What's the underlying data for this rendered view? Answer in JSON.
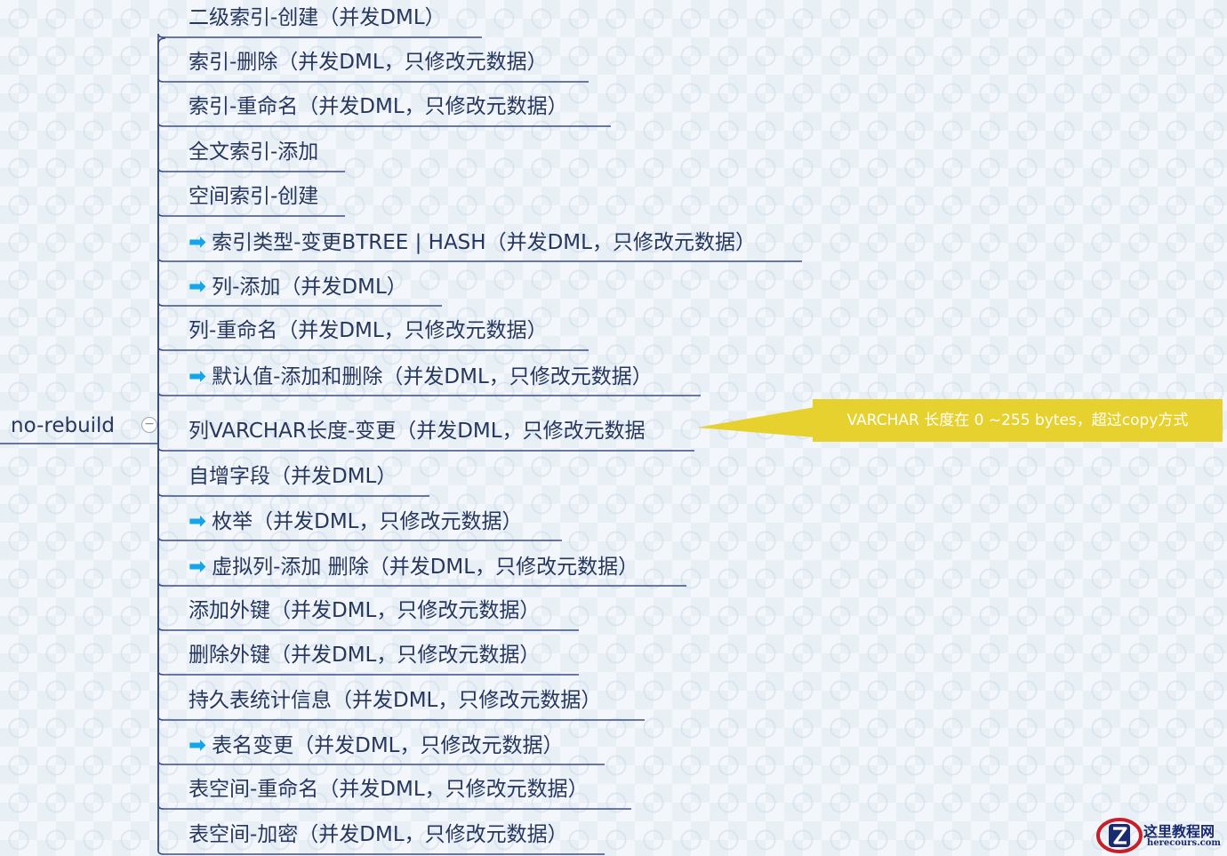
{
  "root": {
    "label": "no-rebuild",
    "collapse_symbol": "−"
  },
  "branches": [
    {
      "text": "二级索引-创建（并发DML）",
      "arrow": false
    },
    {
      "text": "索引-删除（并发DML，只修改元数据）",
      "arrow": false
    },
    {
      "text": "索引-重命名（并发DML，只修改元数据）",
      "arrow": false
    },
    {
      "text": "全文索引-添加",
      "arrow": false
    },
    {
      "text": "空间索引-创建",
      "arrow": false
    },
    {
      "text": "索引类型-变更BTREE | HASH（并发DML，只修改元数据）",
      "arrow": true
    },
    {
      "text": "列-添加（并发DML）",
      "arrow": true
    },
    {
      "text": "列-重命名（并发DML，只修改元数据）",
      "arrow": false
    },
    {
      "text": "默认值-添加和删除（并发DML，只修改元数据）",
      "arrow": true
    },
    {
      "text": "列VARCHAR长度-变更（并发DML，只修改元数据",
      "arrow": false
    },
    {
      "text": "自增字段（并发DML）",
      "arrow": false
    },
    {
      "text": "枚举（并发DML，只修改元数据）",
      "arrow": true
    },
    {
      "text": "虚拟列-添加 删除（并发DML，只修改元数据）",
      "arrow": true
    },
    {
      "text": "添加外键（并发DML，只修改元数据）",
      "arrow": false
    },
    {
      "text": "删除外键（并发DML，只修改元数据）",
      "arrow": false
    },
    {
      "text": "持久表统计信息（并发DML，只修改元数据）",
      "arrow": false
    },
    {
      "text": "表名变更（并发DML，只修改元数据）",
      "arrow": true
    },
    {
      "text": "表空间-重命名（并发DML，只修改元数据）",
      "arrow": false
    },
    {
      "text": "表空间-加密（并发DML，只修改元数据）",
      "arrow": false
    }
  ],
  "callout": {
    "text": "VARCHAR 长度在 0 ~255 bytes，超过copy方式",
    "attached_to_branch": 9
  },
  "watermark": {
    "title": "这里教程网",
    "subtitle": "herecours.com"
  },
  "colors": {
    "line": "#3b4d86",
    "text": "#26365d",
    "arrow": "#14a6e8",
    "callout_bg": "#e6d12e",
    "callout_text": "#ffffff"
  },
  "icons": {
    "branch_marker": "right-arrow-icon",
    "collapse": "collapse-minus-icon",
    "logo": "z-logo-icon"
  }
}
